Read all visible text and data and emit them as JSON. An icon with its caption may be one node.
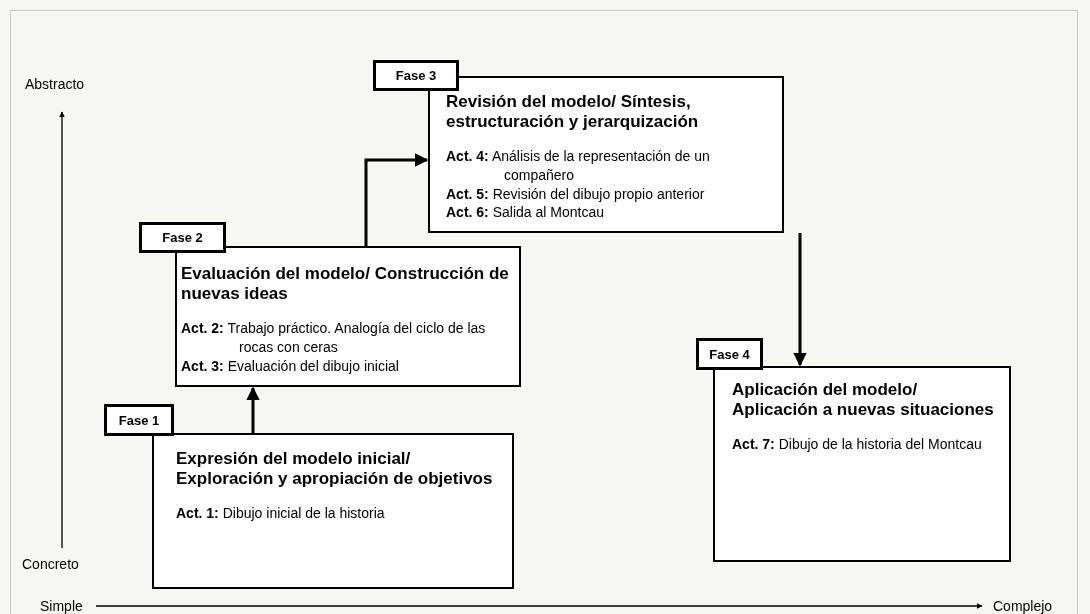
{
  "diagram": {
    "nodes": [
      {
        "text": [
          "Fase 1"
        ]
      },
      {
        "text": [
          "Expresión del modelo inicial/ Exploración y apropiación de objetivos",
          "**Act. 1:** Dibujo inicial de la historia"
        ]
      },
      {
        "text": [
          "Fase 2"
        ]
      },
      {
        "text": [
          "Evaluación del modelo/ Construcción de nuevas ideas",
          "**Act. 2:** Trabajo práctico. Analogía del ciclo de las rocas con ceras",
          "**Act. 3:** Evaluación del dibujo inicial"
        ]
      },
      {
        "text": [
          "Fase 3"
        ]
      },
      {
        "text": [
          "Revisión del modelo/ Síntesis, estructuración y jerarquización",
          "**Act. 4:** Análisis de la representación de un compañero",
          "**Act. 5:** Revisión del dibujo propio anterior",
          "**Act. 6:** Salida al Montcau"
        ]
      },
      {
        "text": [
          "Fase 4"
        ]
      },
      {
        "text": [
          "Aplicación del modelo/ Aplicación a nuevas situaciones",
          "**Act. 7:** Dibujo de la historia del Montcau"
        ]
      }
    ],
    "edges": [
      {
        "from": 1,
        "to": 3,
        "arrow": "to"
      },
      {
        "from": 3,
        "to": 5,
        "arrow": "to"
      },
      {
        "from": 5,
        "to": 7,
        "arrow": "to"
      }
    ],
    "labels": [
      "Abstracto",
      "Concreto",
      "Simple",
      "Complejo"
    ]
  }
}
